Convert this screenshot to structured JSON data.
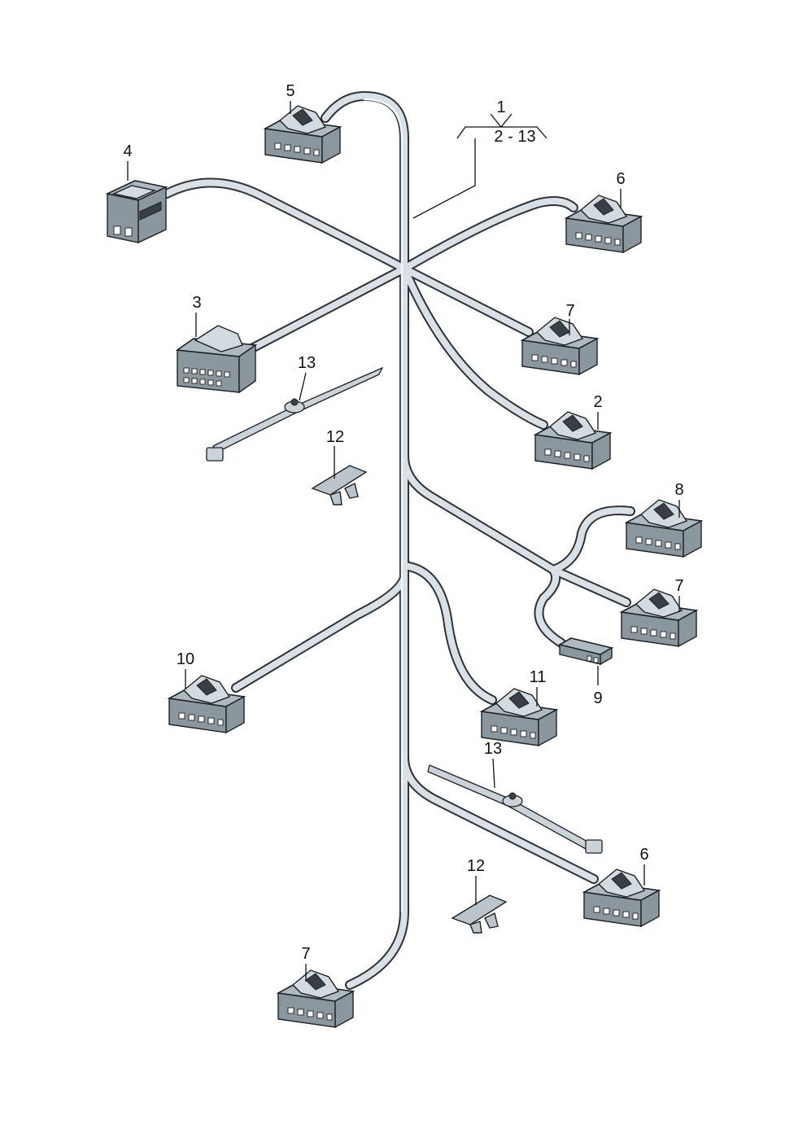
{
  "callouts": {
    "main_harness": "1",
    "main_range": "2 - 13",
    "p2": "2",
    "p3": "3",
    "p4": "4",
    "p5": "5",
    "p6_top": "6",
    "p6_bottom": "6",
    "p7_upper": "7",
    "p7_middle": "7",
    "p7_bottom": "7",
    "p8": "8",
    "p9": "9",
    "p10": "10",
    "p11": "11",
    "p12_upper": "12",
    "p12_lower": "12",
    "p13_upper": "13",
    "p13_lower": "13"
  },
  "colors": {
    "wire_fill": "#d9e1e6",
    "wire_outline": "#2f3236",
    "connector_fill": "#aebac2",
    "connector_top": "#d2dbe0",
    "line": "#111111"
  }
}
